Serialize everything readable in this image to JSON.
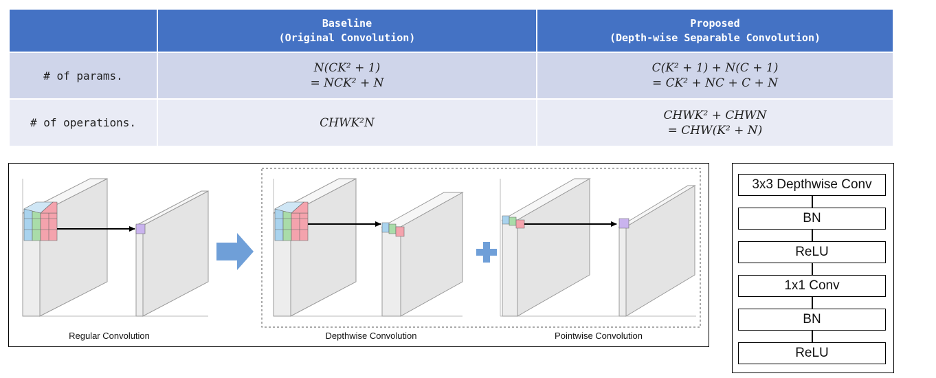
{
  "table": {
    "header": {
      "baseline_title": "Baseline",
      "baseline_subtitle": "(Original Convolution)",
      "proposed_title": "Proposed",
      "proposed_subtitle": "(Depth-wise Separable Convolution)"
    },
    "rows": [
      {
        "label": "# of params.",
        "baseline": [
          "N(CK² + 1)",
          "= NCK² + N"
        ],
        "proposed": [
          "C(K² + 1) + N(C + 1)",
          "= CK² + NC + C + N"
        ]
      },
      {
        "label": "# of operations.",
        "baseline": [
          "CHWK²N"
        ],
        "proposed": [
          "CHWK² + CHWN",
          "= CHW(K² + N)"
        ]
      }
    ]
  },
  "figure": {
    "captions": {
      "regular": "Regular Convolution",
      "depthwise": "Depthwise Convolution",
      "pointwise": "Pointwise Convolution"
    },
    "colors": {
      "kernel_blue": "#a9d3ee",
      "kernel_green": "#a9dca9",
      "kernel_red": "#f4a3ad",
      "output_purple": "#c9b3ee",
      "arrow_blue": "#6f9fd8"
    },
    "icons": [
      "right-arrow-icon",
      "plus-icon"
    ]
  },
  "block_stack": {
    "layers": [
      "3x3 Depthwise Conv",
      "BN",
      "ReLU",
      "1x1 Conv",
      "BN",
      "ReLU"
    ]
  }
}
